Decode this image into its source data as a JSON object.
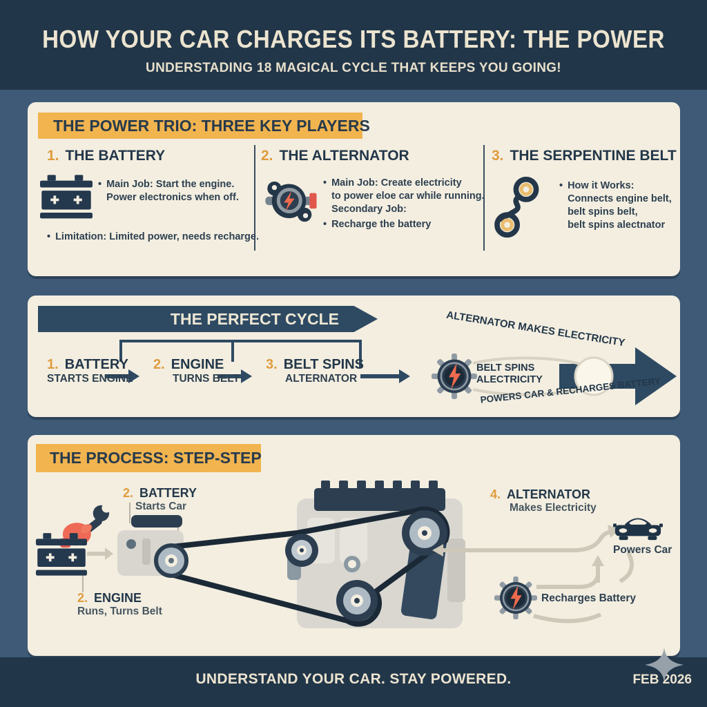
{
  "header": {
    "title": "HOW YOUR CAR CHARGES ITS BATTERY: THE POWER",
    "subtitle": "UNDERSTADING 18 MAGICAL CYCLE THAT KEEPS YOU GOING!"
  },
  "power_trio": {
    "heading": "THE POWER TRIO: THREE KEY PLAYERS",
    "battery": {
      "number": "1.",
      "title": "THE BATTERY",
      "main_line1": "Main Job: Start the engine.",
      "main_line2": "Power electronics when off.",
      "limitation": "Limitation: Limited power, needs recharge."
    },
    "alternator": {
      "number": "2.",
      "title": "THE ALTERNATOR",
      "main_line1": "Main Job: Create electricity",
      "main_line2": "to power eloe car while running.",
      "main_line3": "Secondary Job:",
      "secondary": "Recharge the battery"
    },
    "belt": {
      "number": "3.",
      "title": "THE SERPENTINE BELT",
      "how_line1": "How it Works:",
      "how_line2": "Connects engine belt,",
      "how_line3": "belt spins belt,",
      "how_line4": "belt spins alectnator"
    }
  },
  "perfect_cycle": {
    "heading": "THE PERFECT CYCLE",
    "steps": [
      {
        "number": "1.",
        "title": "BATTERY",
        "subtitle": "STARTS ENGINE"
      },
      {
        "number": "2.",
        "title": "ENGINE",
        "subtitle": "TURNS BELT"
      },
      {
        "number": "3.",
        "title": "BELT SPINS",
        "subtitle": "ALTERNATOR"
      }
    ],
    "label_top": "ALTERNATOR MAKES ELECTRICITY",
    "label_mid_line1": "BELT SPINS",
    "label_mid_line2": "ALECTRICITY",
    "label_bottom": "POWERS CAR & RECHARGES BATTERY"
  },
  "process": {
    "heading": "THE PROCESS: STEP-STEP",
    "battery_step": {
      "number": "2.",
      "title": "BATTERY",
      "subtitle": "Starts Car"
    },
    "engine_step": {
      "number": "2.",
      "title": "ENGINE",
      "subtitle": "Runs, Turns Belt"
    },
    "alternator_step": {
      "number": "4.",
      "title": "ALTERNATOR",
      "subtitle": "Makes Electricity"
    },
    "powers_car_label": "Powers Car",
    "recharges_battery_label": "Recharges Battery"
  },
  "footer": {
    "tagline": "UNDERSTAND YOUR CAR. STAY POWERED.",
    "date": "FEB 2026"
  },
  "colors": {
    "header_bg": "#223649",
    "page_bg": "#3e5a76",
    "panel_bg": "#f3eee0",
    "accent_yellow": "#f1b44f",
    "accent_orange_number": "#df9c3e",
    "ink": "#273a4c",
    "banner_navy": "#2e4a63",
    "bolt_orange": "#ef6a4e",
    "red_accent": "#e2574c",
    "gray_flow": "#cdc8b7"
  }
}
